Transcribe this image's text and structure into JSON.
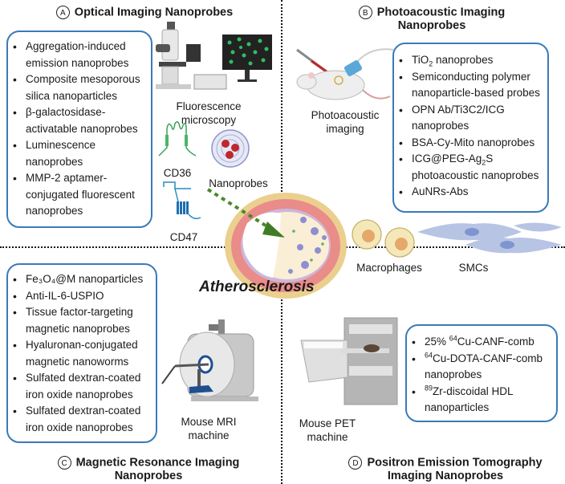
{
  "center": {
    "title": "Atherosclerosis",
    "cell_labels": {
      "macrophages": "Macrophages",
      "smcs": "SMCs"
    }
  },
  "sections": {
    "A": {
      "badge": "A",
      "title": "Optical Imaging Nanoprobes",
      "items": [
        "Aggregation-induced emission nanoprobes",
        "Composite mesoporous silica nanoparticles",
        "β-galactosidase-activatable nanoprobes",
        "Luminescence nanoprobes",
        "MMP-2 aptamer-conjugated fluorescent nanoprobes"
      ],
      "labels": {
        "device": "Fluorescence microscopy",
        "cd36": "CD36",
        "cd47": "CD47",
        "nanoprobes": "Nanoprobes"
      }
    },
    "B": {
      "badge": "B",
      "title_line1": "Photoacoustic Imaging",
      "title_line2": "Nanoprobes",
      "items": [
        {
          "pre": "TiO",
          "sub": "2",
          "post": " nanoprobes"
        },
        {
          "pre": "Semiconducting polymer nanoparticle-based probes"
        },
        {
          "pre": "OPN Ab/Ti3C2/ICG nanoprobes"
        },
        {
          "pre": "BSA-Cy-Mito nanoprobes"
        },
        {
          "pre": "ICG@PEG-Ag",
          "sub": "2",
          "post": "S photoacoustic nanoprobes"
        },
        {
          "pre": "AuNRs-Abs"
        }
      ],
      "labels": {
        "device": "Photoacoustic imaging"
      }
    },
    "C": {
      "badge": "C",
      "title_line1": "Magnetic Resonance Imaging",
      "title_line2": "Nanoprobes",
      "items": [
        "Fe₃O₄@M nanoparticles",
        "Anti-IL-6-USPIO",
        "Tissue factor-targeting magnetic nanoprobes",
        "Hyaluronan-conjugated magnetic nanoworms",
        "Sulfated dextran-coated iron oxide nanoprobes",
        "Sulfated dextran-coated iron oxide nanoprobes"
      ],
      "labels": {
        "device": "Mouse MRI machine"
      }
    },
    "D": {
      "badge": "D",
      "title_line1": "Positron Emission Tomography",
      "title_line2": "Imaging Nanoprobes",
      "items": [
        {
          "pre": "25% ",
          "sup": "64",
          "post": "Cu-CANF-comb"
        },
        {
          "pre": "",
          "sup": "64",
          "post": "Cu-DOTA-CANF-comb nanoprobes"
        },
        {
          "pre": "",
          "sup": "89",
          "post": "Zr-discoidal HDL nanoparticles"
        }
      ],
      "labels": {
        "device": "Mouse PET machine"
      }
    }
  },
  "colors": {
    "box_border": "#3a7ab8",
    "arrow": "#4a8a2a",
    "artery_outer": "#e8c98a",
    "artery_media": "#e88a8a",
    "plaque": "#fbeed6"
  }
}
